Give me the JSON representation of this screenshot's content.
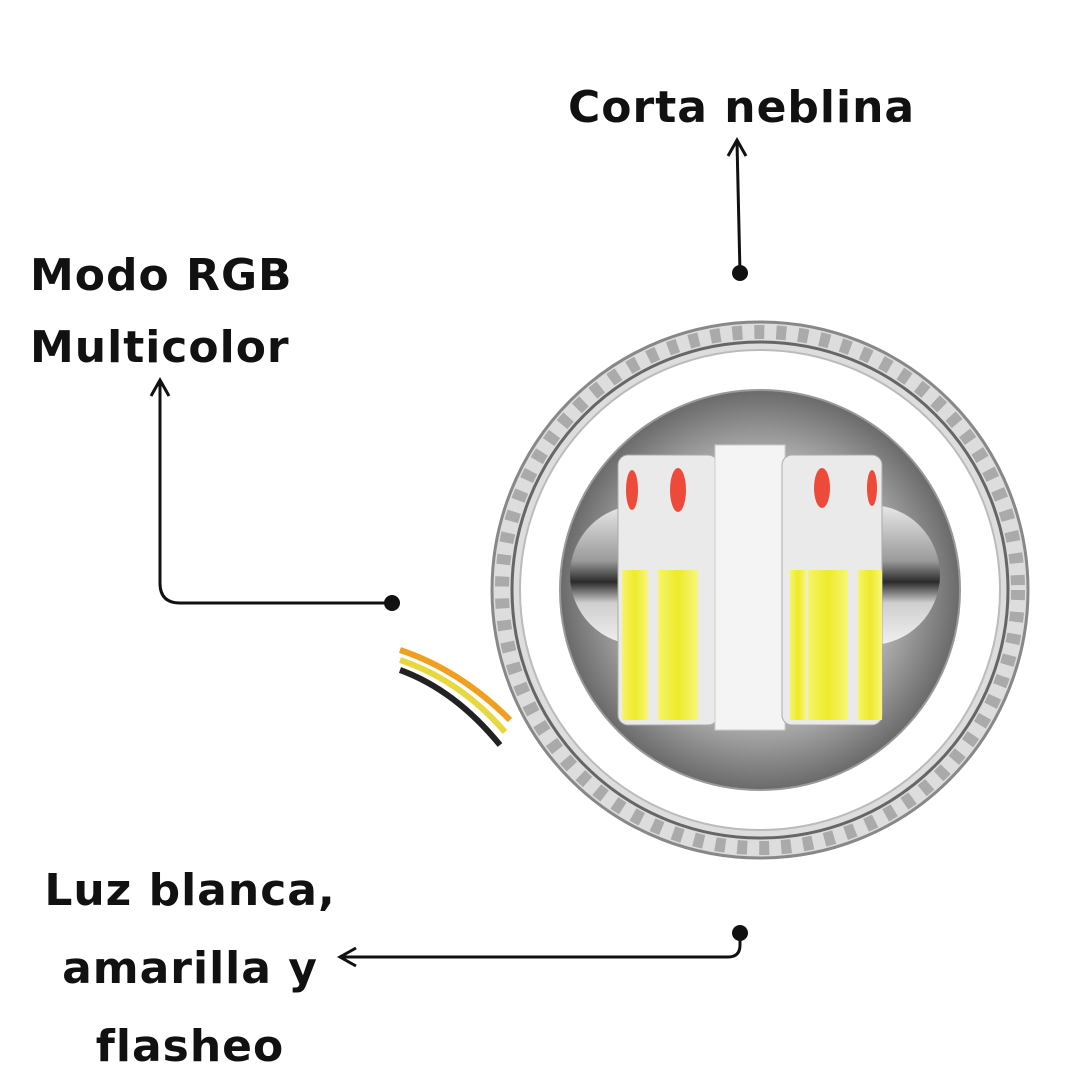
{
  "annotations": {
    "top": {
      "lines": [
        "Corta neblina"
      ]
    },
    "left": {
      "lines": [
        "Modo RGB",
        "Multicolor"
      ]
    },
    "bottom": {
      "lines": [
        "Luz blanca,",
        "amarilla y",
        "flasheo"
      ]
    }
  },
  "colors": {
    "text": "#111111",
    "led_yellow": "#f2f03a",
    "led_red": "#ee4a3a",
    "chrome": "#c8c8c8"
  }
}
